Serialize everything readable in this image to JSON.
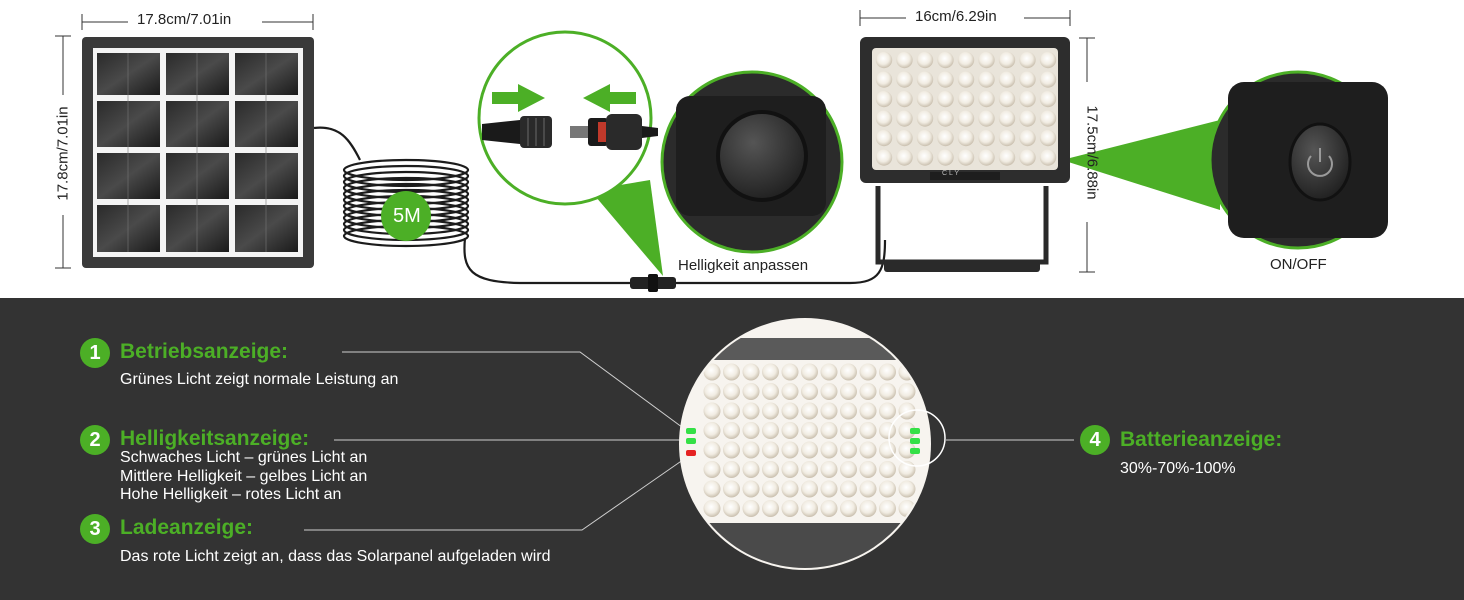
{
  "colors": {
    "accent_green": "#4caf26",
    "dark_bg": "#333333",
    "text_white": "#ffffff"
  },
  "dimensions": {
    "panel_width": "17.8cm/7.01in",
    "panel_height": "17.8cm/7.01in",
    "light_width": "16cm/6.29in",
    "light_height": "17.5cm/6.88in"
  },
  "cable": {
    "length_badge": "5M"
  },
  "callouts": {
    "brightness": "Helligkeit anpassen",
    "power": "ON/OFF"
  },
  "lamp_brand": "CLY",
  "indicators": [
    {
      "number": "1",
      "title": "Betriebsanzeige:",
      "lines": [
        "Grünes Licht zeigt normale Leistung an"
      ]
    },
    {
      "number": "2",
      "title": "Helligkeitsanzeige:",
      "lines": [
        "Schwaches Licht – grünes Licht an",
        "Mittlere Helligkeit – gelbes Licht an",
        "Hohe Helligkeit – rotes Licht an"
      ]
    },
    {
      "number": "3",
      "title": "Ladeanzeige:",
      "lines": [
        "Das rote Licht zeigt an, dass das Solarpanel aufgeladen wird"
      ]
    },
    {
      "number": "4",
      "title": "Batterieanzeige:",
      "lines": [
        "30%-70%-100%"
      ]
    }
  ]
}
